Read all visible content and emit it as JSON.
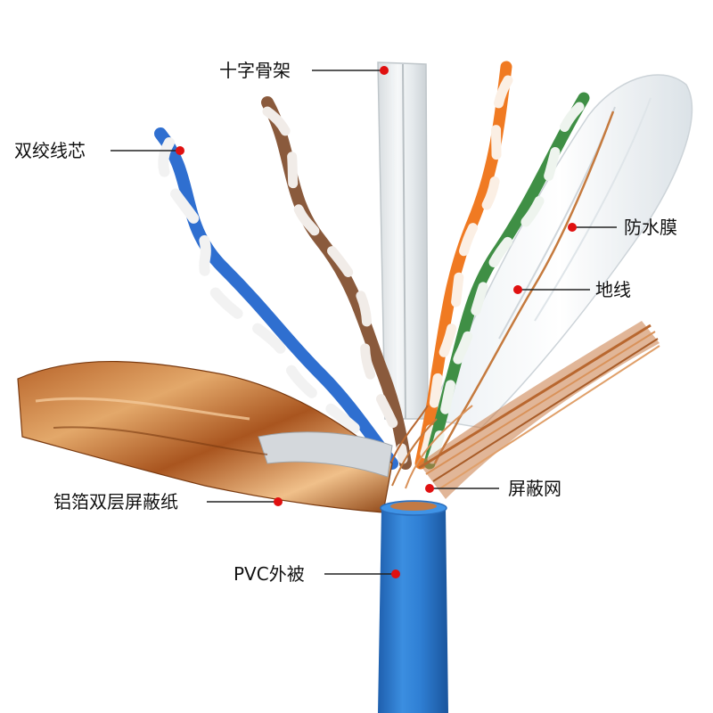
{
  "labels": {
    "cross_frame": "十字骨架",
    "twisted_pair": "双绞线芯",
    "waterproof_film": "防水膜",
    "ground_wire": "地线",
    "foil_shield": "铝箔双层屏蔽纸",
    "braid_shield": "屏蔽网",
    "pvc_jacket": "PVC外被"
  },
  "colors": {
    "jacket": "#2f7fd4",
    "copper": "#c8763c",
    "marker": "#e01010",
    "leader": "#222222"
  }
}
